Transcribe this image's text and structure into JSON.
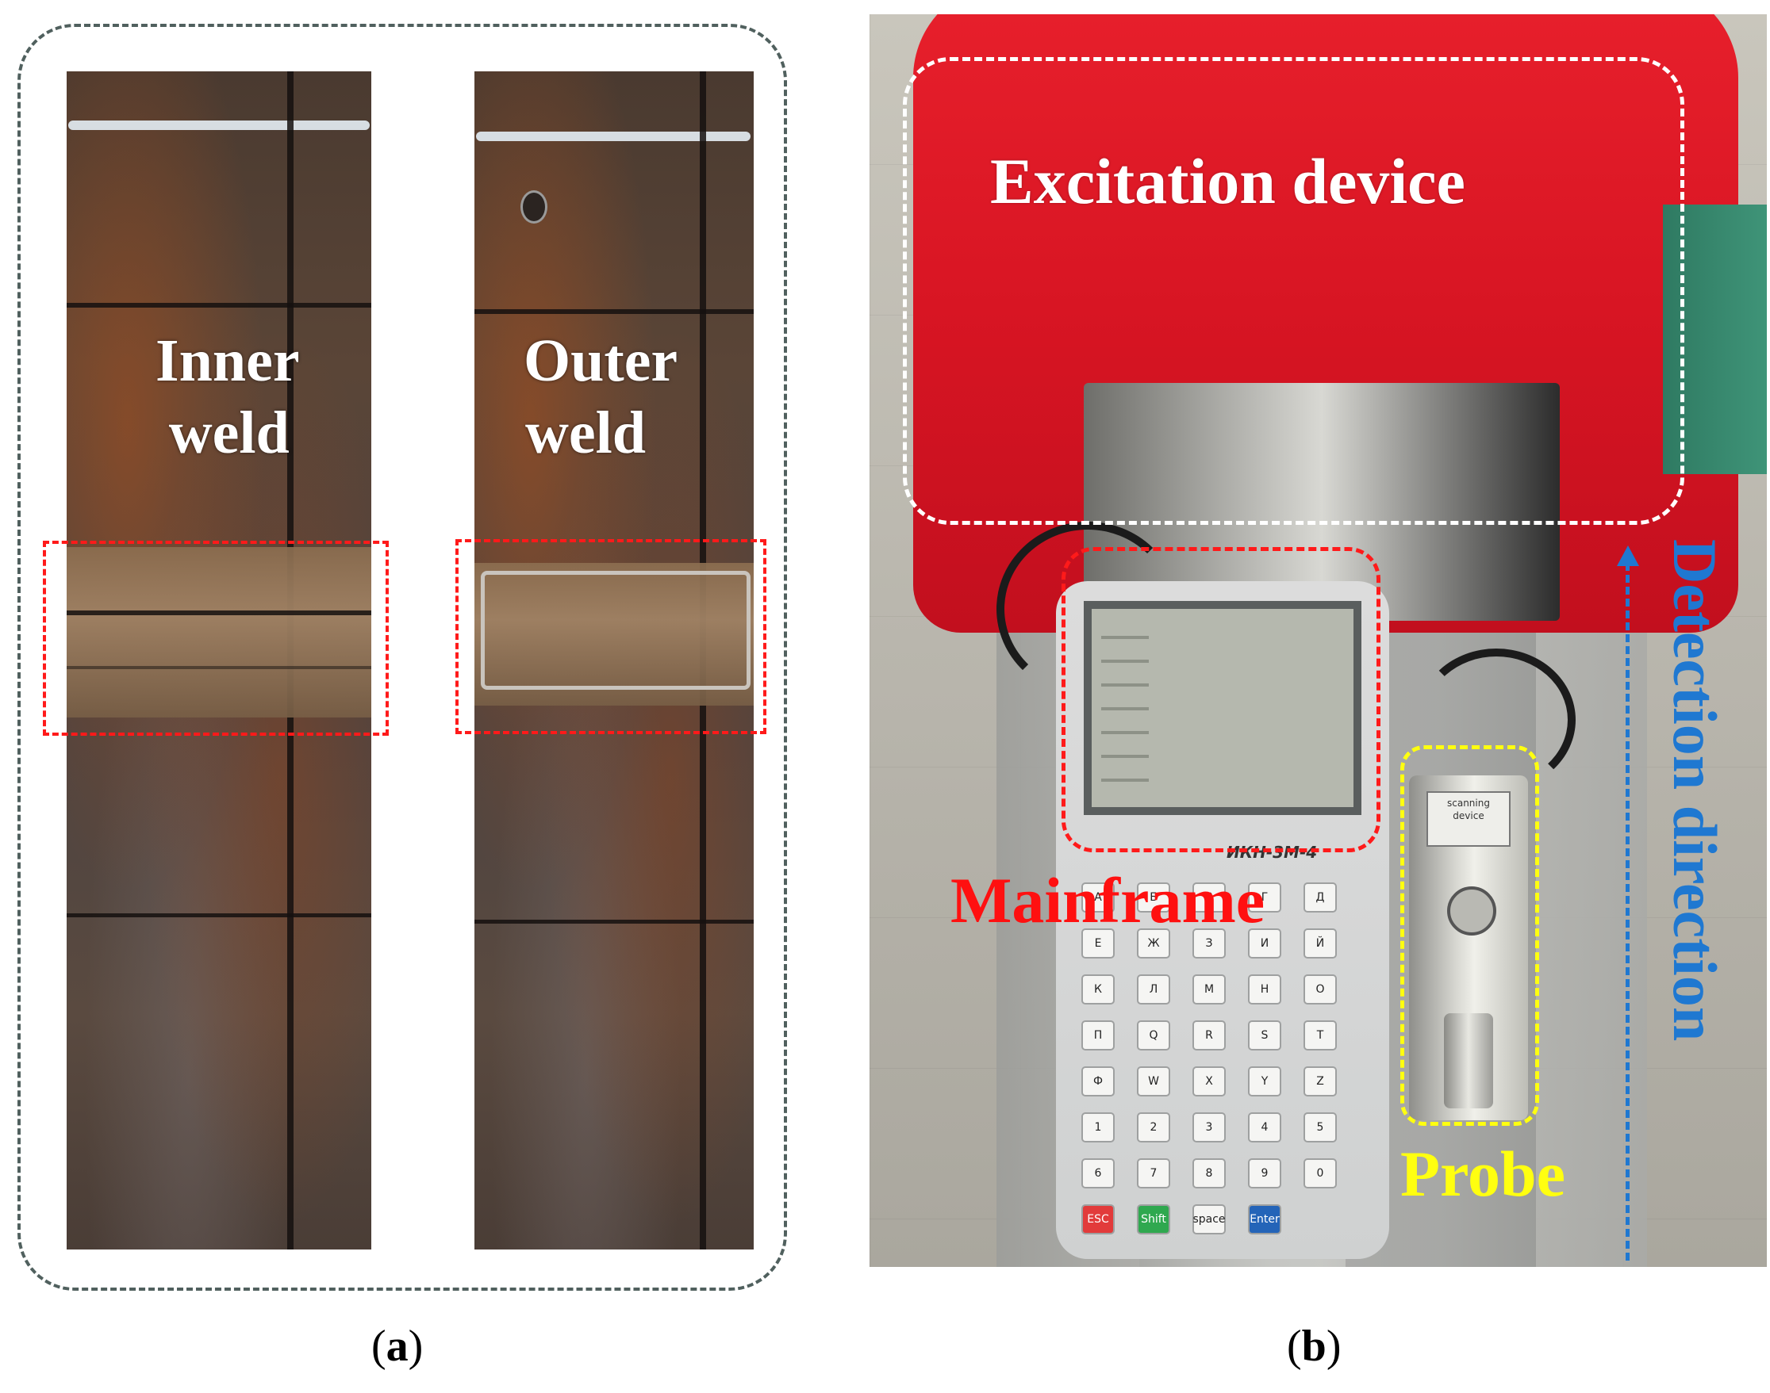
{
  "panel_a": {
    "labels": {
      "inner_line1": "Inner",
      "inner_line2": "weld",
      "outer_line1": "Outer",
      "outer_line2": "weld"
    },
    "caption_open": "(",
    "caption_letter": "a",
    "caption_close": ")"
  },
  "panel_b": {
    "labels": {
      "excitation": "Excitation device",
      "mainframe": "Mainframe",
      "probe": "Probe",
      "detection": "Detection direction"
    },
    "device_model": "ИКН-3М-4",
    "probe_tag_line1": "scanning",
    "probe_tag_line2": "device",
    "keys": [
      "А",
      "Б",
      "В",
      "Г",
      "Д",
      "Е",
      "Ж",
      "З",
      "И",
      "Й",
      "К",
      "Л",
      "М",
      "Н",
      "О",
      "П",
      "Q",
      "R",
      "S",
      "Т",
      "Ф",
      "W",
      "Х",
      "Y",
      "Z",
      "1",
      "2",
      "3",
      "4",
      "5",
      "6",
      "7",
      "8",
      "9",
      "0",
      "ESC",
      "Shift",
      "space",
      "Enter"
    ],
    "caption_open": "(",
    "caption_letter": "b",
    "caption_close": ")"
  },
  "colors": {
    "red_marker": "#ff1a1a",
    "yellow_marker": "#ffff10",
    "blue_marker": "#1f78d1",
    "device_red": "#d81523"
  }
}
